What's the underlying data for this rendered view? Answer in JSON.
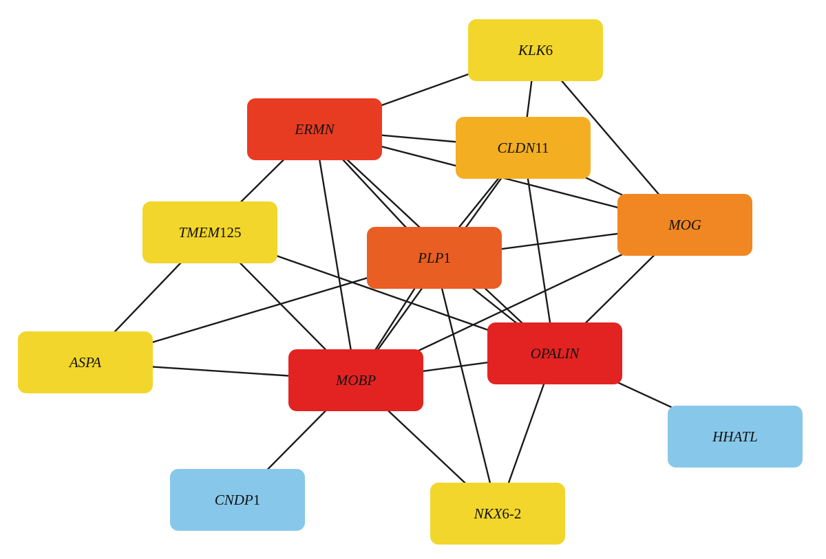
{
  "network": {
    "nodes": [
      {
        "id": "KLK6",
        "label_italic": "KLK",
        "label_plain": "6",
        "color": "#F2D62B"
      },
      {
        "id": "ERMN",
        "label_italic": "ERMN",
        "label_plain": "",
        "color": "#E83C22"
      },
      {
        "id": "CLDN11",
        "label_italic": "CLDN",
        "label_plain": "11",
        "color": "#F3AE22"
      },
      {
        "id": "TMEM125",
        "label_italic": "TMEM",
        "label_plain": "125",
        "color": "#F2D62B"
      },
      {
        "id": "PLP1",
        "label_italic": "PLP",
        "label_plain": "1",
        "color": "#E95E22"
      },
      {
        "id": "MOG",
        "label_italic": "MOG",
        "label_plain": "",
        "color": "#F08722"
      },
      {
        "id": "ASPA",
        "label_italic": "ASPA",
        "label_plain": "",
        "color": "#F2D62B"
      },
      {
        "id": "MOBP",
        "label_italic": "MOBP",
        "label_plain": "",
        "color": "#E22322"
      },
      {
        "id": "OPALIN",
        "label_italic": "OPALIN",
        "label_plain": "",
        "color": "#E22322"
      },
      {
        "id": "HHATL",
        "label_italic": "HHATL",
        "label_plain": "",
        "color": "#87C8EA"
      },
      {
        "id": "CNDP1",
        "label_italic": "CNDP",
        "label_plain": "1",
        "color": "#87C8EA"
      },
      {
        "id": "NKX6-2",
        "label_italic": "NKX",
        "label_plain": "6-2",
        "color": "#F2D62B"
      }
    ],
    "edges": [
      [
        "KLK6",
        "ERMN"
      ],
      [
        "KLK6",
        "CLDN11"
      ],
      [
        "KLK6",
        "MOG"
      ],
      [
        "ERMN",
        "CLDN11"
      ],
      [
        "ERMN",
        "MOG"
      ],
      [
        "ERMN",
        "TMEM125"
      ],
      [
        "ERMN",
        "PLP1"
      ],
      [
        "ERMN",
        "MOBP"
      ],
      [
        "ERMN",
        "OPALIN"
      ],
      [
        "CLDN11",
        "MOG"
      ],
      [
        "CLDN11",
        "PLP1"
      ],
      [
        "CLDN11",
        "OPALIN"
      ],
      [
        "CLDN11",
        "MOBP"
      ],
      [
        "TMEM125",
        "ASPA"
      ],
      [
        "TMEM125",
        "MOBP"
      ],
      [
        "TMEM125",
        "OPALIN"
      ],
      [
        "PLP1",
        "MOG"
      ],
      [
        "PLP1",
        "ASPA"
      ],
      [
        "PLP1",
        "MOBP"
      ],
      [
        "PLP1",
        "OPALIN"
      ],
      [
        "PLP1",
        "NKX6-2"
      ],
      [
        "MOG",
        "MOBP"
      ],
      [
        "MOG",
        "OPALIN"
      ],
      [
        "ASPA",
        "MOBP"
      ],
      [
        "MOBP",
        "OPALIN"
      ],
      [
        "MOBP",
        "CNDP1"
      ],
      [
        "MOBP",
        "NKX6-2"
      ],
      [
        "OPALIN",
        "HHATL"
      ],
      [
        "OPALIN",
        "NKX6-2"
      ]
    ]
  }
}
